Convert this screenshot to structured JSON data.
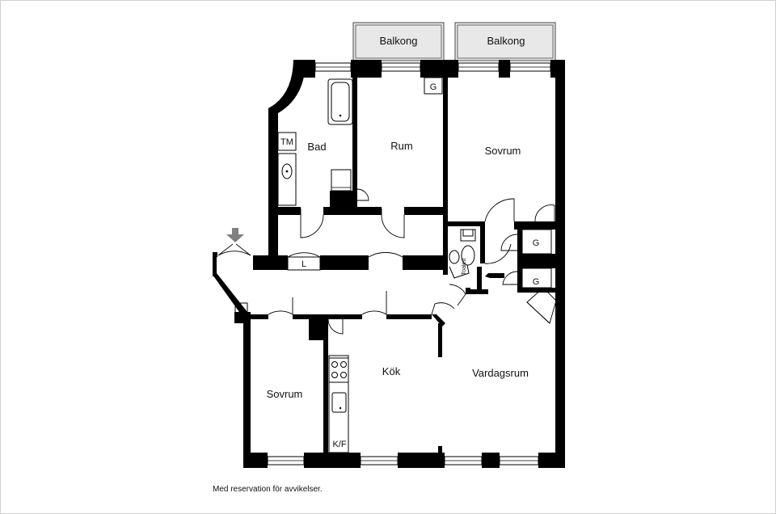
{
  "plan": {
    "rooms": {
      "balkong_left": "Balkong",
      "balkong_right": "Balkong",
      "bad": "Bad",
      "rum": "Rum",
      "sovrum_top": "Sovrum",
      "kok": "Kök",
      "vardagsrum": "Vardagsrum",
      "sovrum_bottom": "Sovrum"
    },
    "fixtures": {
      "tm": "TM",
      "g_top": "G",
      "g_mid": "G",
      "g_low": "G",
      "l": "L",
      "st": "ST",
      "kf": "K/F",
      "toalett": "Toalett"
    }
  },
  "disclaimer": "Med reservation för avvikelser."
}
